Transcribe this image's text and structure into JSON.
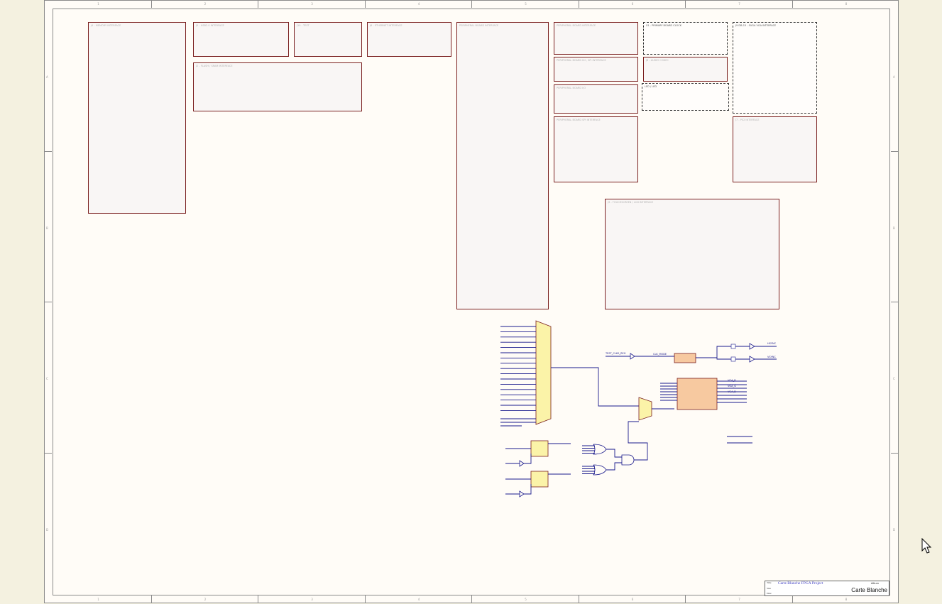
{
  "sheet": {
    "zone_columns": [
      "1",
      "2",
      "3",
      "4",
      "5",
      "6",
      "7",
      "8"
    ],
    "zone_rows": [
      "A",
      "B",
      "C",
      "D"
    ],
    "border_color": "#8a8a8a",
    "paper_color": "#fffcf7",
    "background": "#f4f1e0"
  },
  "blocks": [
    {
      "id": "blk-dram",
      "title": "J4 - MEMORY INTERFACE"
    },
    {
      "id": "blk-usb",
      "title": "J5 - USB2.0 INTERFACE"
    },
    {
      "id": "blk-small",
      "title": "J10 - TEST"
    },
    {
      "id": "blk-ethernet",
      "title": "J6 - ETHERNET INTERFACE"
    },
    {
      "id": "blk-nb",
      "title": "PERIPHERAL BOARD INTERFACE"
    },
    {
      "id": "blk-pb1",
      "title": "PERIPHERAL BOARD INTERFACE"
    },
    {
      "id": "blk-clock",
      "title": "X1 - PRIMARY BOARD CLOCK"
    },
    {
      "id": "blk-vga",
      "title": "J9 DB-15 - SVGA VGA INTERFACE"
    },
    {
      "id": "blk-pb2",
      "title": "PERIPHERAL BOARD I2C, SPI INTERFACE"
    },
    {
      "id": "blk-audio",
      "title": "J8 - AUDIO CODEC"
    },
    {
      "id": "blk-pb3",
      "title": "PERIPHERAL BOARD I/O"
    },
    {
      "id": "blk-pb4",
      "title": "PERIPHERAL BOARD SPI INTERFACE"
    },
    {
      "id": "blk-led",
      "title": "LED / LED"
    },
    {
      "id": "blk-ps2",
      "title": "J7 - PS2 INTERFACE"
    },
    {
      "id": "blk-lcd",
      "title": "J3 - TOUCHSCREEN / LCD INTERFACE"
    },
    {
      "id": "blk-flash",
      "title": "J2 - FLASH / SRAM INTERFACE"
    }
  ],
  "nets": {
    "clock_in": "TEST_CLK0_REG",
    "clk_out": "CLK_MODE",
    "vga_r": "VGA_R",
    "vga_g": "VGA_G",
    "vga_b": "VGA_B",
    "hsync": "HSYNC",
    "vsync": "VSYNC"
  },
  "colors": {
    "block_border": "#7a1f1f",
    "wire": "#1a1a8c",
    "component_fill": "#fbf3a8",
    "component_stroke": "#7a1f1f",
    "ic_fill": "#f7c9a0",
    "grey_fill": "#b5b5b5"
  },
  "title_block": {
    "title": "Carte Blanche FPGA Project",
    "logo": "Carte Blanche",
    "logo_caption": "Altium"
  }
}
